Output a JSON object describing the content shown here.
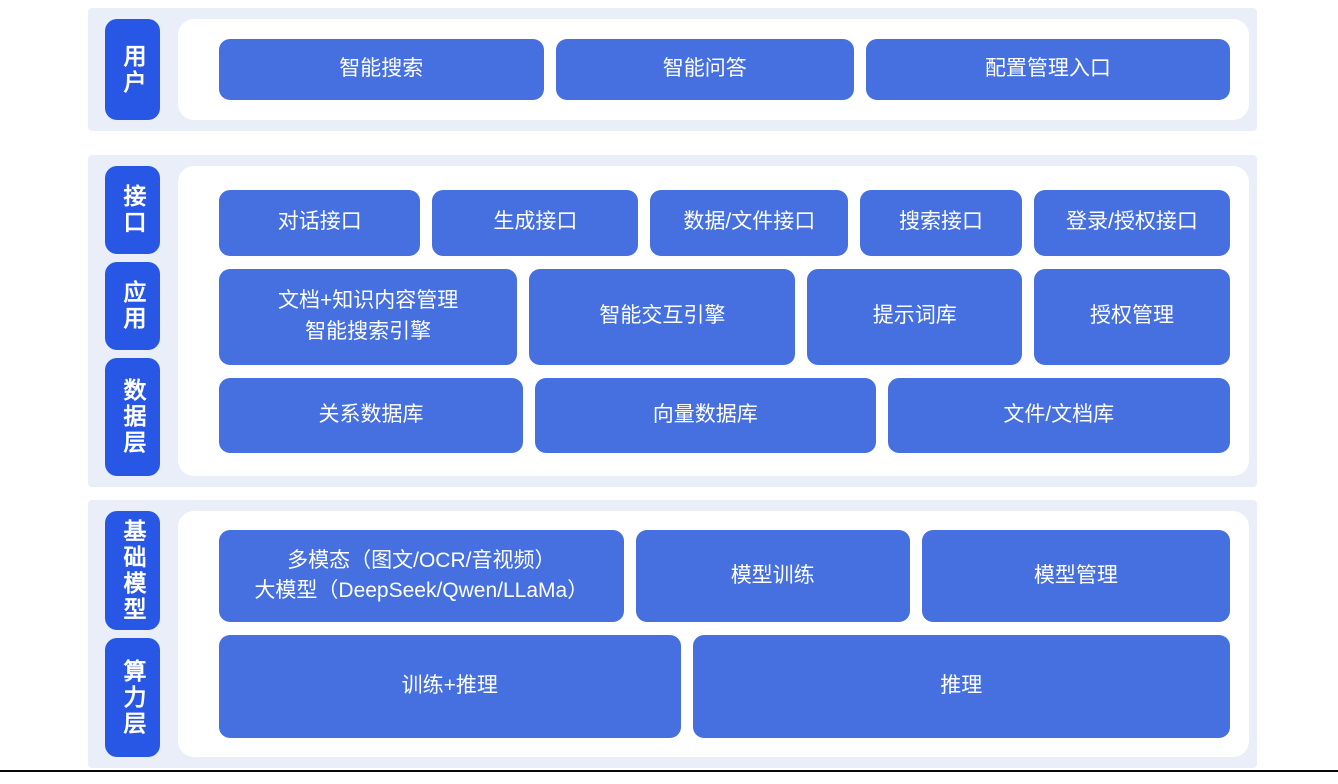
{
  "colors": {
    "band_background": "#E9EEF8",
    "layer_label_blue": "#2957E5",
    "box_blue": "#4670DF",
    "text_white": "#FFFFFF",
    "bottom_line": "#0A0A0A"
  },
  "sections": [
    {
      "name": "user-layer",
      "labels": [
        {
          "text": "用户"
        }
      ],
      "rows": [
        {
          "boxes": [
            {
              "text": "智能搜索"
            },
            {
              "text": "智能问答"
            },
            {
              "text": "配置管理入口"
            }
          ]
        }
      ]
    },
    {
      "name": "interface-application-data-layer",
      "labels": [
        {
          "text": "接口"
        },
        {
          "text": "应用"
        },
        {
          "text": "数据层"
        }
      ],
      "rows": [
        {
          "boxes": [
            {
              "text": "对话接口"
            },
            {
              "text": "生成接口"
            },
            {
              "text": "数据/文件接口"
            },
            {
              "text": "搜索接口"
            },
            {
              "text": "登录/授权接口"
            }
          ]
        },
        {
          "boxes": [
            {
              "lines": [
                "文档+知识内容管理",
                "智能搜索引擎"
              ]
            },
            {
              "text": "智能交互引擎"
            },
            {
              "text": "提示词库"
            },
            {
              "text": "授权管理"
            }
          ]
        },
        {
          "boxes": [
            {
              "text": "关系数据库"
            },
            {
              "text": "向量数据库"
            },
            {
              "text": "文件/文档库"
            }
          ]
        }
      ]
    },
    {
      "name": "foundation-model-compute-layer",
      "labels": [
        {
          "text": "基础模型"
        },
        {
          "text": "算力层"
        }
      ],
      "rows": [
        {
          "boxes": [
            {
              "lines": [
                "多模态（图文/OCR/音视频）",
                "大模型（DeepSeek/Qwen/LLaMa）"
              ]
            },
            {
              "text": "模型训练"
            },
            {
              "text": "模型管理"
            }
          ]
        },
        {
          "boxes": [
            {
              "text": "训练+推理"
            },
            {
              "text": "推理"
            }
          ]
        }
      ]
    }
  ]
}
